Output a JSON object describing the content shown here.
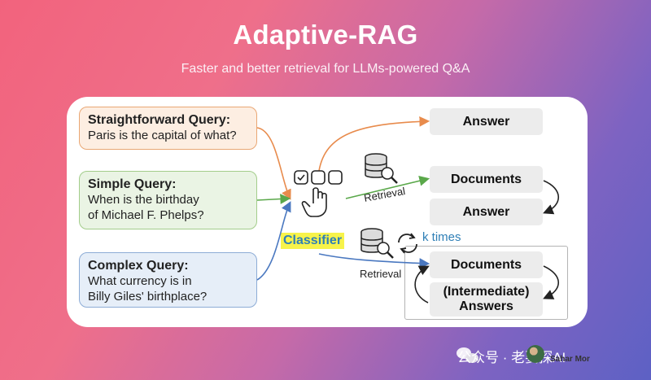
{
  "header": {
    "title": "Adaptive-RAG",
    "subtitle": "Faster and better retrieval for LLMs-powered Q&A"
  },
  "queries": [
    {
      "title": "Straightforward Query:",
      "body": "Paris is the capital of what?",
      "color": "#e9a774"
    },
    {
      "title": "Simple Query:",
      "body": "When is the birthday\nof Michael F. Phelps?",
      "color": "#a3cd8b"
    },
    {
      "title": "Complex Query:",
      "body": "What currency is in\nBilly Giles' birthplace?",
      "color": "#8dacd6"
    }
  ],
  "classifier": {
    "label": "Classifier",
    "icon": "hand-select-icon"
  },
  "retrieval_labels": [
    "Retrieval",
    "Retrieval"
  ],
  "k_times": "k times",
  "outputs": {
    "straightforward": [
      "Answer"
    ],
    "simple": [
      "Documents",
      "Answer"
    ],
    "complex": [
      "Documents",
      "(Intermediate)\nAnswers"
    ]
  },
  "colors": {
    "accent_blue": "#2f7fb6",
    "highlight": "#f7f34a",
    "arrow_orange": "#e88b4c",
    "arrow_green": "#5aa84a",
    "arrow_blue": "#4a78c0"
  },
  "watermark": {
    "text": "公众号 · 老要探AI",
    "name": "Sahar Mor"
  }
}
